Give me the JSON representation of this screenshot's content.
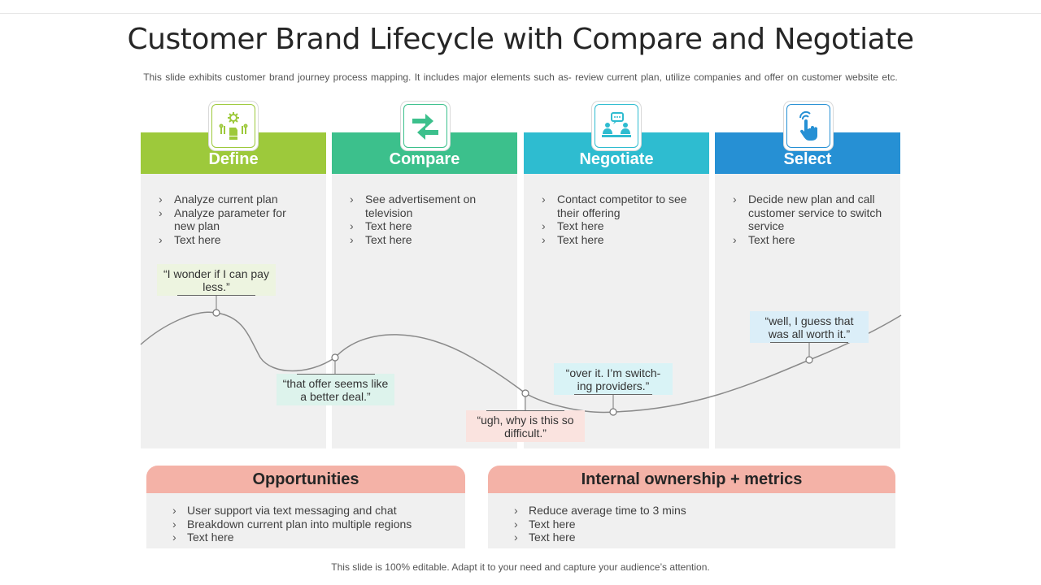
{
  "title": "Customer Brand Lifecycle with Compare and Negotiate",
  "subtitle": "This slide exhibits customer brand journey process mapping. It includes major elements such as-  review current plan, utilize companies and offer on customer website etc.",
  "colors": {
    "define": "#9dc93b",
    "compare": "#3cc08c",
    "negotiate": "#2ebcd0",
    "select": "#2690d4",
    "panel_header": "#f4b2a7",
    "column_bg": "#f0f0f0"
  },
  "stages": [
    {
      "label": "Define",
      "icon": "settings-hand-icon",
      "items": [
        "Analyze current plan",
        "Analyze parameter for new plan",
        "Text here"
      ]
    },
    {
      "label": "Compare",
      "icon": "compare-arrows-icon",
      "items": [
        "See advertisement on television",
        "Text here",
        "Text here"
      ]
    },
    {
      "label": "Negotiate",
      "icon": "negotiation-meeting-icon",
      "items": [
        "Contact competitor to see their offering",
        "Text here",
        "Text here"
      ]
    },
    {
      "label": "Select",
      "icon": "touch-select-icon",
      "items": [
        "Decide new plan and call customer service to switch service",
        "Text here"
      ]
    }
  ],
  "quotes": [
    "“I wonder if I can pay less.”",
    "“that offer seems like a better deal.”",
    "“ugh, why is this so difficult.”",
    "“over it. I’m switch-ing providers.”",
    "“well, I guess that was all worth it.”"
  ],
  "panels": [
    {
      "label": "Opportunities",
      "items": [
        "User support via text messaging and chat",
        "Breakdown current plan into multiple regions",
        "Text here"
      ]
    },
    {
      "label": "Internal ownership + metrics",
      "items": [
        "Reduce average time to 3 mins",
        "Text here",
        "Text here"
      ]
    }
  ],
  "footer": "This slide is 100% editable. Adapt it to your need and capture your audience’s attention."
}
